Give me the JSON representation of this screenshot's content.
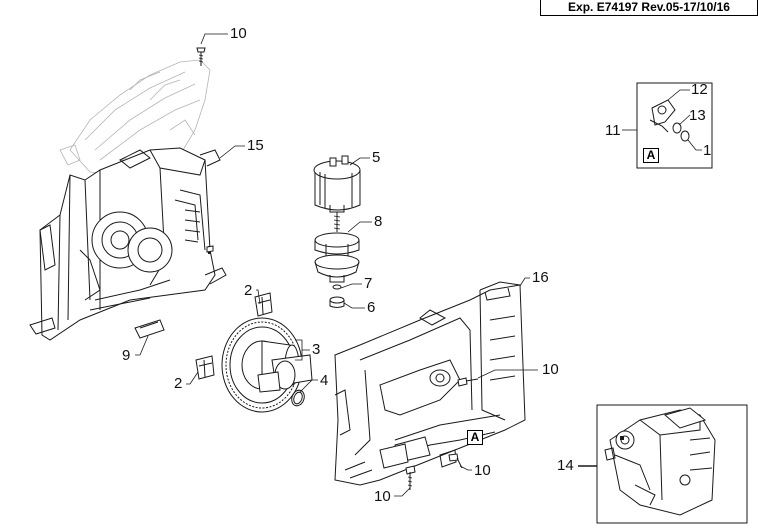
{
  "document_code": "Exp. E74197 Rev.05-17/10/16",
  "detail_tag": "A",
  "callouts": {
    "c1": "1",
    "c2a": "2",
    "c2b": "2",
    "c3": "3",
    "c4": "4",
    "c5": "5",
    "c6": "6",
    "c7": "7",
    "c8": "8",
    "c9": "9",
    "c10_top": "10",
    "c10_mid": "10",
    "c10_low": "10",
    "c10_bottom": "10",
    "c11": "11",
    "c12": "12",
    "c13": "13",
    "c14": "14",
    "c15": "15",
    "c16": "16"
  },
  "colors": {
    "line": "#1a1a1a",
    "ghost": "#b5b5b5",
    "fill": "#ffffff"
  }
}
